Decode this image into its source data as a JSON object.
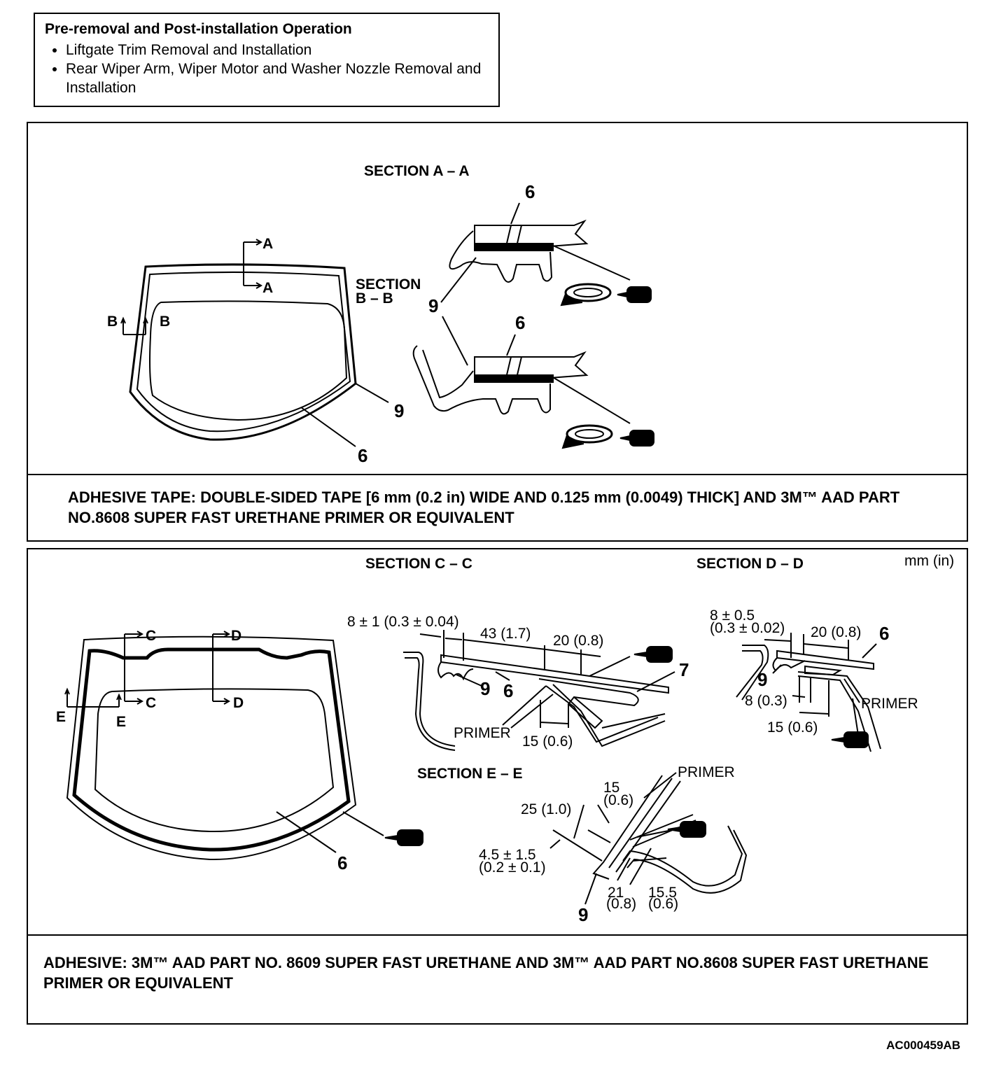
{
  "preop": {
    "title": "Pre-removal and Post-installation Operation",
    "items": [
      "Liftgate Trim Removal and Installation",
      "Rear Wiper Arm, Wiper Motor and Washer Nozzle Removal and Installation"
    ]
  },
  "panel1": {
    "section_aa": "SECTION A – A",
    "section_bb_1": "SECTION",
    "section_bb_2": "B – B",
    "mark_a": "A",
    "mark_b": "B",
    "part_6": "6",
    "part_9": "9",
    "note": "ADHESIVE TAPE: DOUBLE-SIDED TAPE [6 mm (0.2 in) WIDE AND 0.125 mm (0.0049) THICK] AND 3M™ AAD PART NO.8608 SUPER FAST URETHANE PRIMER OR EQUIVALENT"
  },
  "panel2": {
    "section_cc": "SECTION C – C",
    "section_dd": "SECTION D – D",
    "section_ee": "SECTION E – E",
    "units": "mm (in)",
    "mark_c": "C",
    "mark_d": "D",
    "mark_e": "E",
    "part_6": "6",
    "part_7": "7",
    "part_9": "9",
    "primer": "PRIMER",
    "cc_dims": [
      "8 ± 1 (0.3 ± 0.04)",
      "43 (1.7)",
      "20 (0.8)",
      "15 (0.6)"
    ],
    "dd_dims": [
      "8 ± 0.5",
      "(0.3 ± 0.02)",
      "20 (0.8)",
      "8 (0.3)",
      "15 (0.6)"
    ],
    "ee_dims": [
      "15",
      "(0.6)",
      "25 (1.0)",
      "4.5 ± 1.5",
      "(0.2 ± 0.1)",
      "21",
      "(0.8)",
      "15.5",
      "(0.6)"
    ],
    "note": "ADHESIVE: 3M™ AAD PART NO. 8609 SUPER FAST URETHANE AND 3M™ AAD PART NO.8608 SUPER FAST URETHANE PRIMER OR EQUIVALENT"
  },
  "figure_code": "AC000459AB"
}
